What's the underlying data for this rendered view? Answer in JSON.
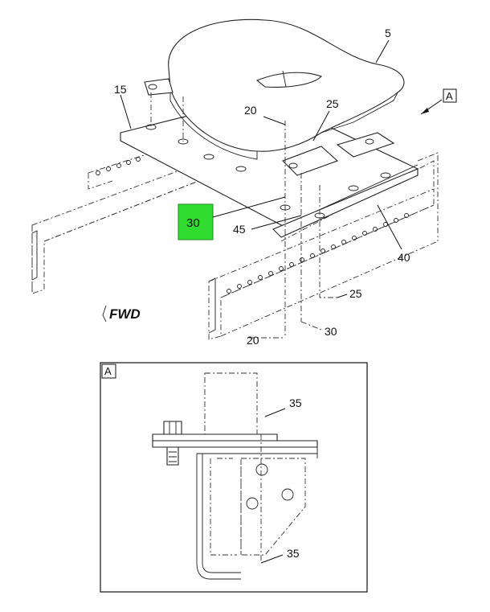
{
  "callouts": {
    "c5": "5",
    "c15": "15",
    "c20a": "20",
    "c25a": "25",
    "c30_highlight": "30",
    "c45": "45",
    "c40": "40",
    "c25b": "25",
    "c20b": "20",
    "c30b": "30",
    "c35a": "35",
    "c35b": "35"
  },
  "view_ref": "A",
  "detail_label": "A",
  "fwd_label": "FWD",
  "colors": {
    "highlight": "#2fdc2f",
    "line": "#222222"
  }
}
